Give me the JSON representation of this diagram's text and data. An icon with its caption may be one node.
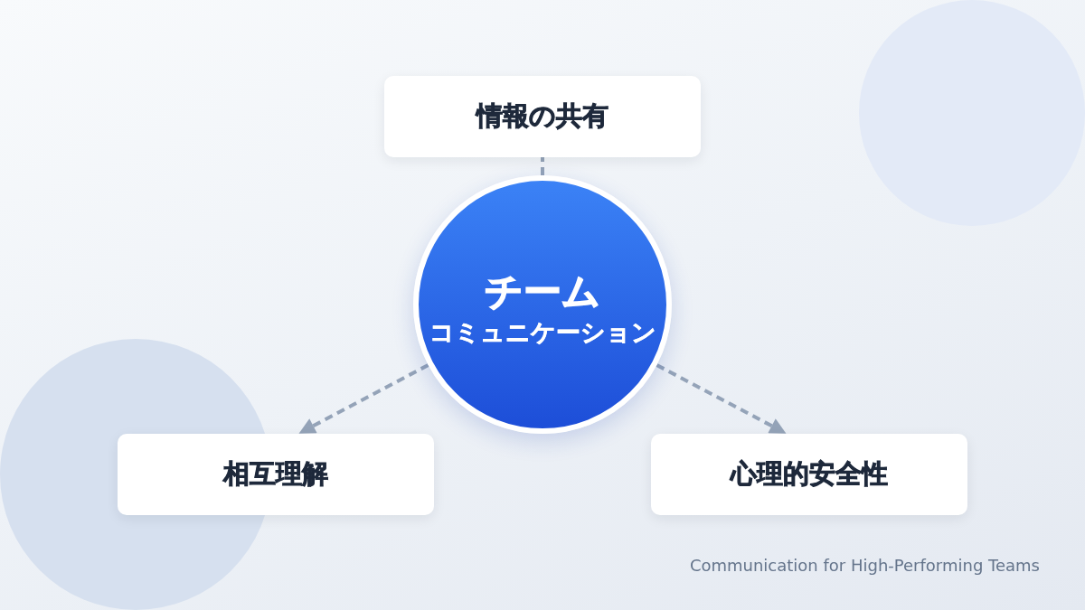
{
  "diagram": {
    "caption": "Communication for High-Performing Teams",
    "nodes": [
      {
        "text": [
          "情報の共有"
        ]
      },
      {
        "text": [
          "チーム",
          "コミュニケーション"
        ]
      },
      {
        "text": [
          "相互理解"
        ]
      },
      {
        "text": [
          "心理的安全性"
        ]
      }
    ],
    "edges": [
      {
        "from": 1,
        "to": 0,
        "arrow": "none",
        "style": "dashed"
      },
      {
        "from": 1,
        "to": 2,
        "arrow": "to",
        "style": "dashed"
      },
      {
        "from": 1,
        "to": 3,
        "arrow": "to",
        "style": "dashed"
      }
    ]
  }
}
